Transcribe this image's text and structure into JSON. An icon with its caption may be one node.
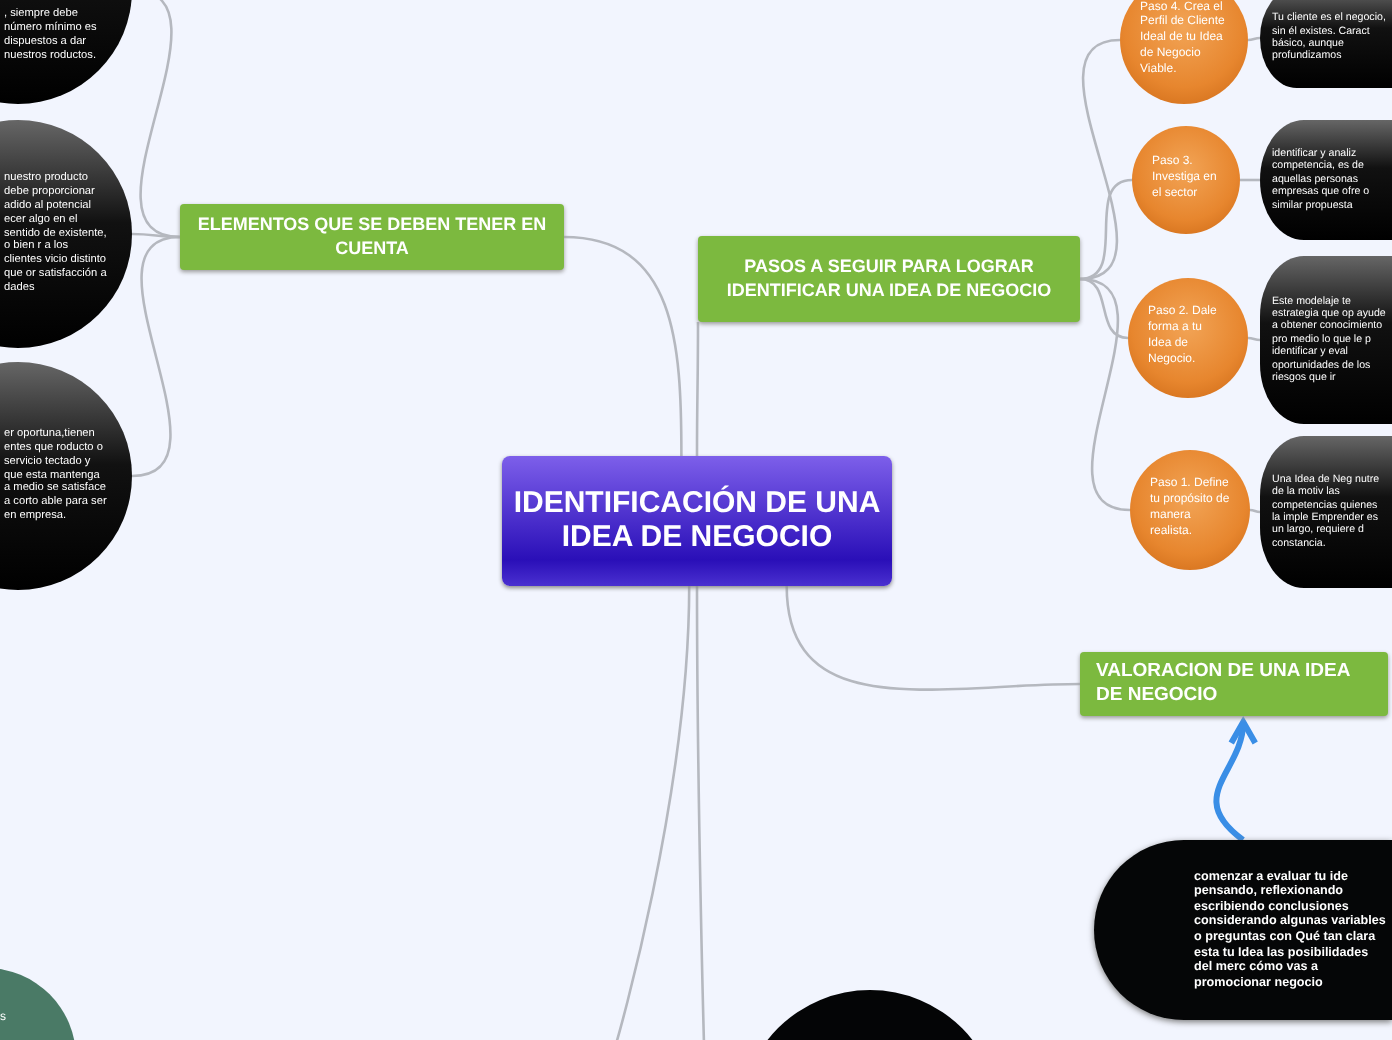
{
  "diagram": {
    "nodes": [
      {
        "text": [
          "IDENTIFICACIÓN DE UNA IDEA DE NEGOCIO"
        ]
      },
      {
        "text": [
          "ELEMENTOS QUE SE DEBEN TENER EN CUENTA"
        ]
      },
      {
        "text": [
          ", siempre debe número mínimo es dispuestos a dar nuestros roductos."
        ]
      },
      {
        "text": [
          "nuestro producto debe proporcionar adido al potencial ecer algo en el sentido de existente, o bien r a los clientes vicio distinto que or satisfacción a dades"
        ]
      },
      {
        "text": [
          "er oportuna,tienen entes que roducto o servicio tectado y que esta mantenga a medio se satisface a corto able para ser en empresa."
        ]
      },
      {
        "text": [
          "PASOS A SEGUIR PARA LOGRAR IDENTIFICAR UNA IDEA DE NEGOCIO"
        ]
      },
      {
        "text": [
          "Paso 4. Crea el Perfil de Cliente Ideal de tu Idea de Negocio Viable."
        ]
      },
      {
        "text": [
          "Tu cliente es el negocio, sin él existes. Caract básico, aunque profundizamos"
        ]
      },
      {
        "text": [
          "Paso 3. Investiga en el sector"
        ]
      },
      {
        "text": [
          "identificar y analiz competencia, es de aquellas personas empresas que ofre o similar propuesta"
        ]
      },
      {
        "text": [
          "Paso 2. Dale forma a tu Idea de Negocio."
        ]
      },
      {
        "text": [
          "Este modelaje te estrategia que op ayude a obtener conocimiento pro medio lo que le p identificar y eval oportunidades de los riesgos que ir"
        ]
      },
      {
        "text": [
          "Paso 1. Define tu propósito de manera realista."
        ]
      },
      {
        "text": [
          "Una Idea de Neg nutre de la motiv las competencias quienes la imple Emprender es un largo, requiere d constancia."
        ]
      },
      {
        "text": [
          "VALORACION DE UNA IDEA DE NEGOCIO"
        ]
      },
      {
        "text": [
          "comenzar a evaluar tu ide pensando, reflexionando escribiendo conclusiones considerando algunas variables o preguntas con Qué tan clara esta tu Idea las posibilidades del merc cómo vas a promocionar negocio"
        ]
      },
      {
        "text": [],
        "shape": "circle"
      },
      {
        "text": [
          "s"
        ]
      }
    ],
    "edges": [
      {
        "from": 0,
        "to": 1,
        "arrow": "none"
      },
      {
        "from": 1,
        "to": 2,
        "arrow": "none"
      },
      {
        "from": 1,
        "to": 3,
        "arrow": "none"
      },
      {
        "from": 1,
        "to": 4,
        "arrow": "none"
      },
      {
        "from": 0,
        "to": 5,
        "arrow": "none"
      },
      {
        "from": 5,
        "to": 6,
        "arrow": "none"
      },
      {
        "from": 5,
        "to": 8,
        "arrow": "none"
      },
      {
        "from": 5,
        "to": 10,
        "arrow": "none"
      },
      {
        "from": 5,
        "to": 12,
        "arrow": "none"
      },
      {
        "from": 6,
        "to": 7,
        "arrow": "none"
      },
      {
        "from": 8,
        "to": 9,
        "arrow": "none"
      },
      {
        "from": 10,
        "to": 11,
        "arrow": "none"
      },
      {
        "from": 12,
        "to": 13,
        "arrow": "none"
      },
      {
        "from": 0,
        "to": 14,
        "arrow": "none"
      },
      {
        "from": 15,
        "to": 14,
        "arrow": "to",
        "style": "thick",
        "color": "#3a8ee6"
      },
      {
        "from": 0,
        "to": null,
        "arrow": "none"
      },
      {
        "from": 0,
        "to": null,
        "arrow": "none"
      }
    ]
  }
}
